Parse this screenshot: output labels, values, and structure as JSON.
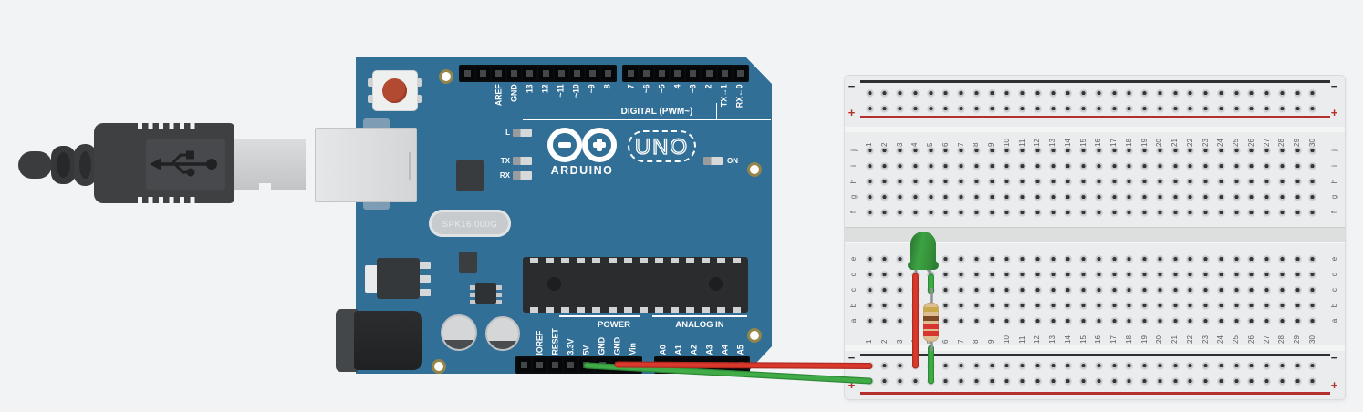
{
  "app": {
    "background_color": "#f1f3f5"
  },
  "arduino": {
    "brand": "ARDUINO",
    "model": "UNO",
    "crystal_label": "SPK16.000G",
    "board_color": "#316f97",
    "groups": {
      "digital": "DIGITAL (PWM~)",
      "power": "POWER",
      "analog": "ANALOG IN"
    },
    "status_leds": {
      "l": "L",
      "tx": "TX",
      "rx": "RX",
      "on": "ON"
    },
    "pins": {
      "digital_left": [
        "",
        "",
        "AREF",
        "GND",
        "13",
        "12",
        "~11",
        "~10",
        "~9",
        "8"
      ],
      "digital_right": [
        "7",
        "~6",
        "~5",
        "4",
        "~3",
        "2",
        "TX→1",
        "RX←0"
      ],
      "power": [
        "",
        "IOREF",
        "RESET",
        "3.3V",
        "5V",
        "GND",
        "GND",
        "Vin"
      ],
      "analog": [
        "A0",
        "A1",
        "A2",
        "A3",
        "A4",
        "A5"
      ]
    }
  },
  "breadboard": {
    "column_labels": [
      "1",
      "2",
      "3",
      "4",
      "5",
      "6",
      "7",
      "8",
      "9",
      "10",
      "11",
      "12",
      "13",
      "14",
      "15",
      "16",
      "17",
      "18",
      "19",
      "20",
      "21",
      "22",
      "23",
      "24",
      "25",
      "26",
      "27",
      "28",
      "29",
      "30"
    ],
    "row_labels_top": [
      "j",
      "i",
      "h",
      "g",
      "f"
    ],
    "row_labels_bottom": [
      "e",
      "d",
      "c",
      "b",
      "a"
    ],
    "negative_symbol": "−",
    "positive_symbol": "+",
    "negative_color": "#2e3032",
    "positive_color": "#b5302d"
  },
  "components": {
    "usb_cable": {
      "type": "USB cable",
      "icon": "usb-trident"
    },
    "led": {
      "type": "LED",
      "color": "green",
      "body_color": "#3da243",
      "cathode_column": "4",
      "anode_column": "5"
    },
    "resistor": {
      "type": "resistor",
      "body_color": "#debf94",
      "bands_top_to_bottom": [
        "gold",
        "brown",
        "red",
        "red"
      ],
      "band_colors": [
        "#c9a84c",
        "#7e4a26",
        "#d6362e",
        "#d6362e"
      ]
    },
    "wires": [
      {
        "id": "wire-green-5v",
        "color": "#41ab48",
        "outline": "#2f8a36",
        "from": "Arduino 5V pin",
        "to": "breadboard bottom + rail"
      },
      {
        "id": "wire-red-gnd",
        "color": "#d9382c",
        "outline": "#b02a20",
        "from": "Arduino GND pin",
        "to": "breadboard bottom − rail"
      },
      {
        "id": "wire-red-led",
        "color": "#d9382c",
        "outline": "#b02a20",
        "from": "breadboard − rail",
        "to": "LED cathode"
      },
      {
        "id": "wire-green-resistor",
        "color": "#41ab48",
        "outline": "#2f8a36",
        "from": "breadboard + rail",
        "to": "resistor / LED anode"
      }
    ]
  }
}
